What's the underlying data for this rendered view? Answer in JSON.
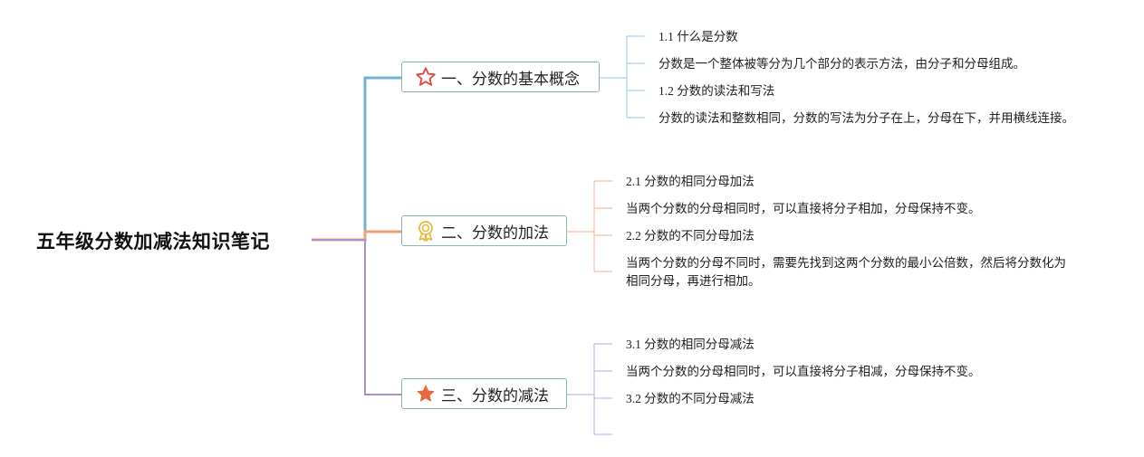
{
  "root": {
    "title": "五年级分数加减法知识笔记"
  },
  "branches": [
    {
      "title": "一、分数的基本概念",
      "icon": "star-outline-icon",
      "color": "#6fb3d9",
      "items": [
        "1.1 什么是分数",
        "分数是一个整体被等分为几个部分的表示方法，由分子和分母组成。",
        "1.2 分数的读法和写法",
        "分数的读法和整数相同，分数的写法为分子在上，分母在下，并用横线连接。"
      ]
    },
    {
      "title": "二、分数的加法",
      "icon": "award-ribbon-icon",
      "color": "#f0a070",
      "items": [
        "2.1 分数的相同分母加法",
        "当两个分数的分母相同时，可以直接将分子相加，分母保持不变。",
        "2.2 分数的不同分母加法",
        "当两个分数的分母不同时，需要先找到这两个分数的最小公倍数，然后将分数化为相同分母，再进行相加。"
      ]
    },
    {
      "title": "三、分数的减法",
      "icon": "star-filled-icon",
      "color": "#a98fd6",
      "items": [
        "3.1 分数的相同分母减法",
        "当两个分数的分母相同时，可以直接将分子相减，分母保持不变。",
        "3.2 分数的不同分母减法",
        ""
      ]
    }
  ]
}
